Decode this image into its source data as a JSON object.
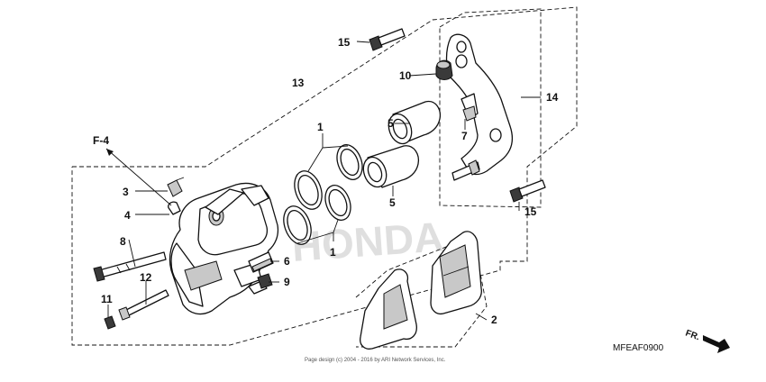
{
  "callouts": {
    "p1a": "1",
    "p1b": "1",
    "p2": "2",
    "p3": "3",
    "p4": "4",
    "p5a": "5",
    "p5b": "5",
    "p6": "6",
    "p7": "7",
    "p8": "8",
    "p9": "9",
    "p10": "10",
    "p11": "11",
    "p12": "12",
    "p13": "13",
    "p14": "14",
    "p15a": "15",
    "p15b": "15",
    "ref_f4": "F-4"
  },
  "diagram_code": "MFEAF0900",
  "front_arrow_label": "FR.",
  "watermark_text": "HONDA",
  "copyright": "Page design (c) 2004 - 2016 by ARI Network Services, Inc."
}
